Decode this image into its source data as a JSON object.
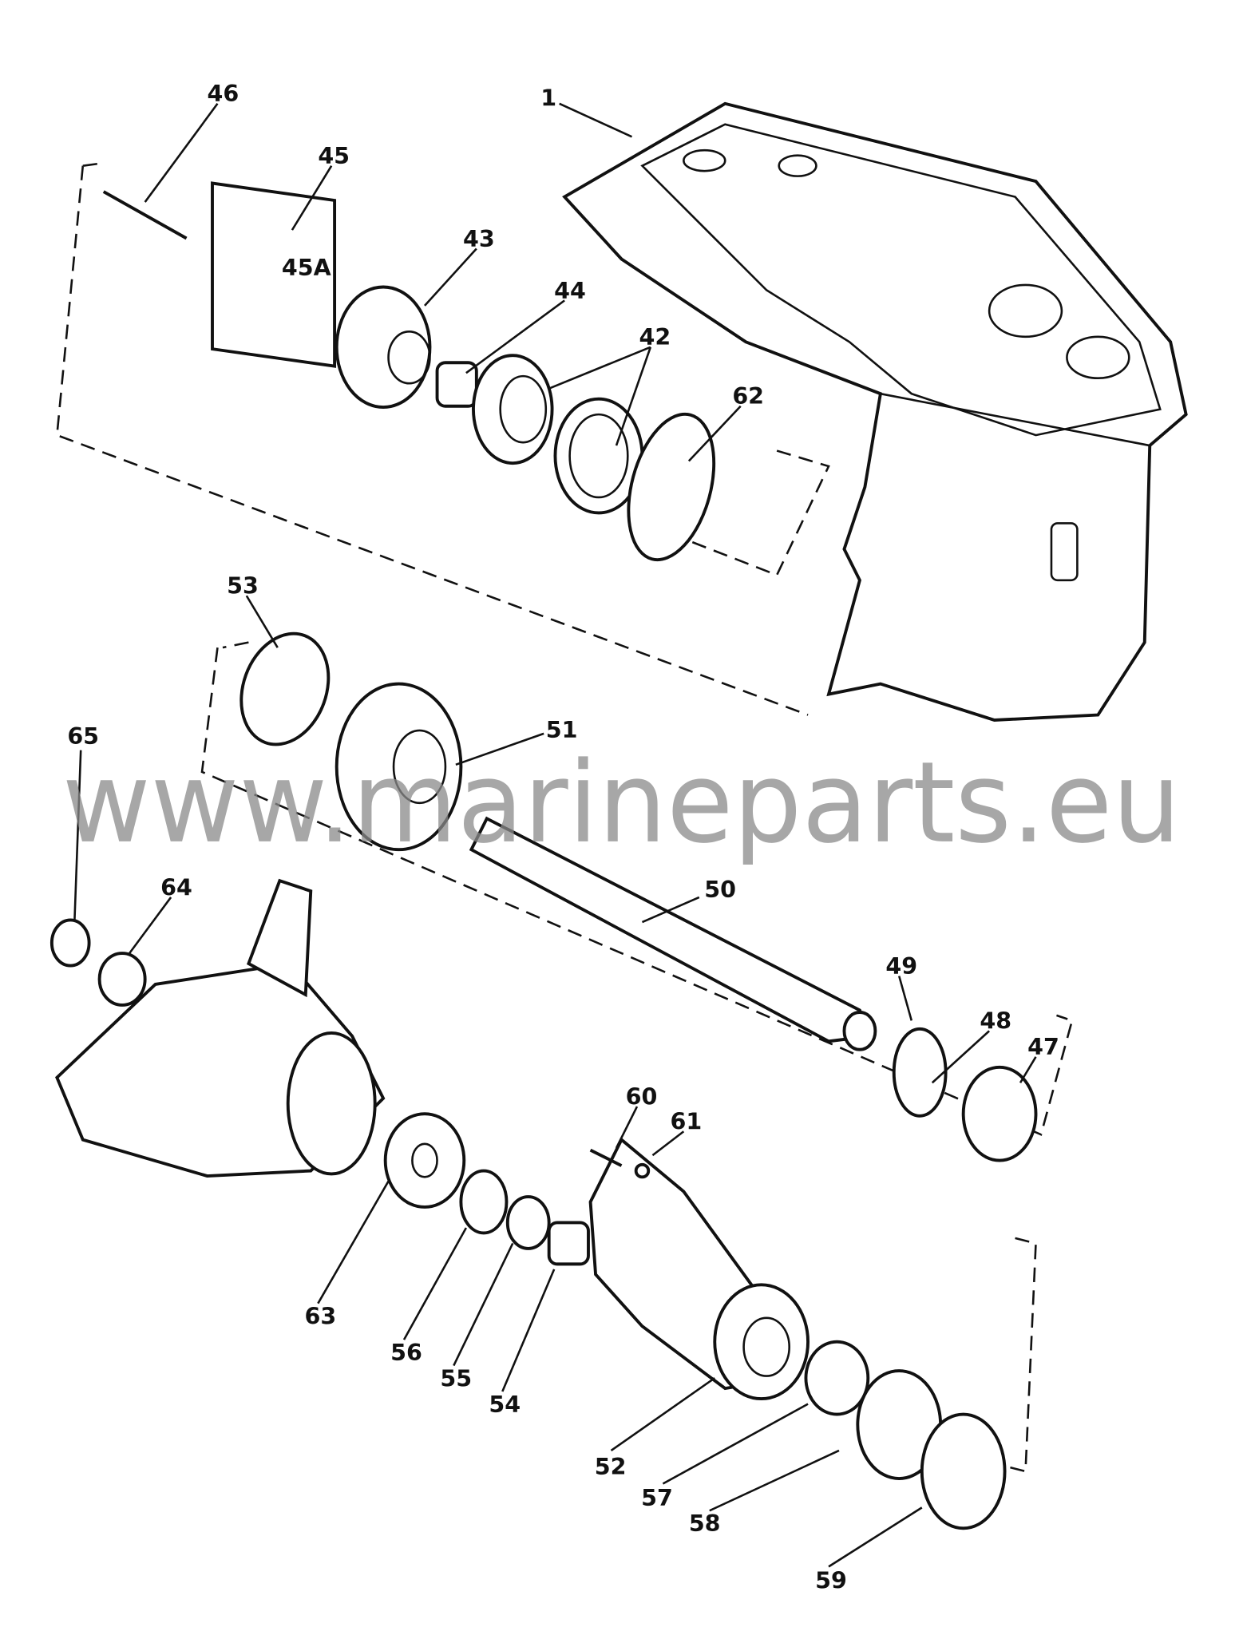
{
  "diagram": {
    "watermark": "www.marineparts.eu",
    "callouts": [
      {
        "id": "1",
        "text": "1"
      },
      {
        "id": "42",
        "text": "42"
      },
      {
        "id": "43",
        "text": "43"
      },
      {
        "id": "44",
        "text": "44"
      },
      {
        "id": "45",
        "text": "45"
      },
      {
        "id": "45A",
        "text": "45A"
      },
      {
        "id": "46",
        "text": "46"
      },
      {
        "id": "47",
        "text": "47"
      },
      {
        "id": "48",
        "text": "48"
      },
      {
        "id": "49",
        "text": "49"
      },
      {
        "id": "50",
        "text": "50"
      },
      {
        "id": "51",
        "text": "51"
      },
      {
        "id": "52",
        "text": "52"
      },
      {
        "id": "53",
        "text": "53"
      },
      {
        "id": "54",
        "text": "54"
      },
      {
        "id": "55",
        "text": "55"
      },
      {
        "id": "56",
        "text": "56"
      },
      {
        "id": "57",
        "text": "57"
      },
      {
        "id": "58",
        "text": "58"
      },
      {
        "id": "59",
        "text": "59"
      },
      {
        "id": "60",
        "text": "60"
      },
      {
        "id": "61",
        "text": "61"
      },
      {
        "id": "62",
        "text": "62"
      },
      {
        "id": "63",
        "text": "63"
      },
      {
        "id": "64",
        "text": "64"
      },
      {
        "id": "65",
        "text": "65"
      }
    ]
  }
}
